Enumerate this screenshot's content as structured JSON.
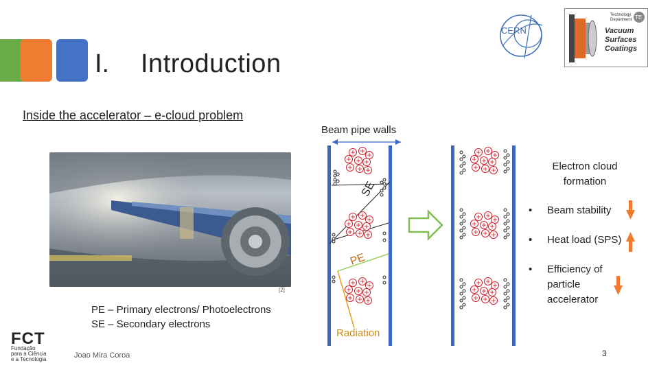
{
  "header": {
    "section_number": "I.",
    "section_title": "Introduction",
    "subtitle": "Inside the accelerator – e-cloud problem"
  },
  "logos": {
    "cern_label": "CERN",
    "vsc_small_line1": "Technology",
    "vsc_small_line2": "Department",
    "vsc_badge": "TE",
    "vsc_line1": "Vacuum",
    "vsc_line2": "Surfaces",
    "vsc_line3": "Coatings",
    "fct_title": "FCT",
    "fct_sub_line1": "Fundação",
    "fct_sub_line2": "para a Ciência",
    "fct_sub_line3": "e a Tecnologia"
  },
  "photo": {
    "reference": "[2]"
  },
  "legend": {
    "line1": "PE – Primary electrons/ Photoelectrons",
    "line2": "SE – Secondary  electrons"
  },
  "diagram": {
    "beam_pipe_label": "Beam pipe walls",
    "se_label": "SE",
    "pe_label": "PE",
    "radiation_label": "Radiation",
    "cloud_label_line1": "Electron cloud",
    "cloud_label_line2": "formation"
  },
  "effects": {
    "items": [
      {
        "label": "Beam stability"
      },
      {
        "label": "Heat load (SPS)"
      },
      {
        "label_line1": "Efficiency of",
        "label_line2": "particle",
        "label_line3": "accelerator"
      }
    ]
  },
  "footer": {
    "author": "Joao Mira Coroa",
    "page": "3"
  },
  "colors": {
    "green": "#6aac48",
    "orange": "#ec7d31",
    "blue": "#4472c4",
    "pipe_wall": "#3a66c4",
    "proton": "#d0202a",
    "arrow_orange": "#f07a30",
    "radiation": "#e3a21a",
    "pe_line": "#9ad05a"
  }
}
